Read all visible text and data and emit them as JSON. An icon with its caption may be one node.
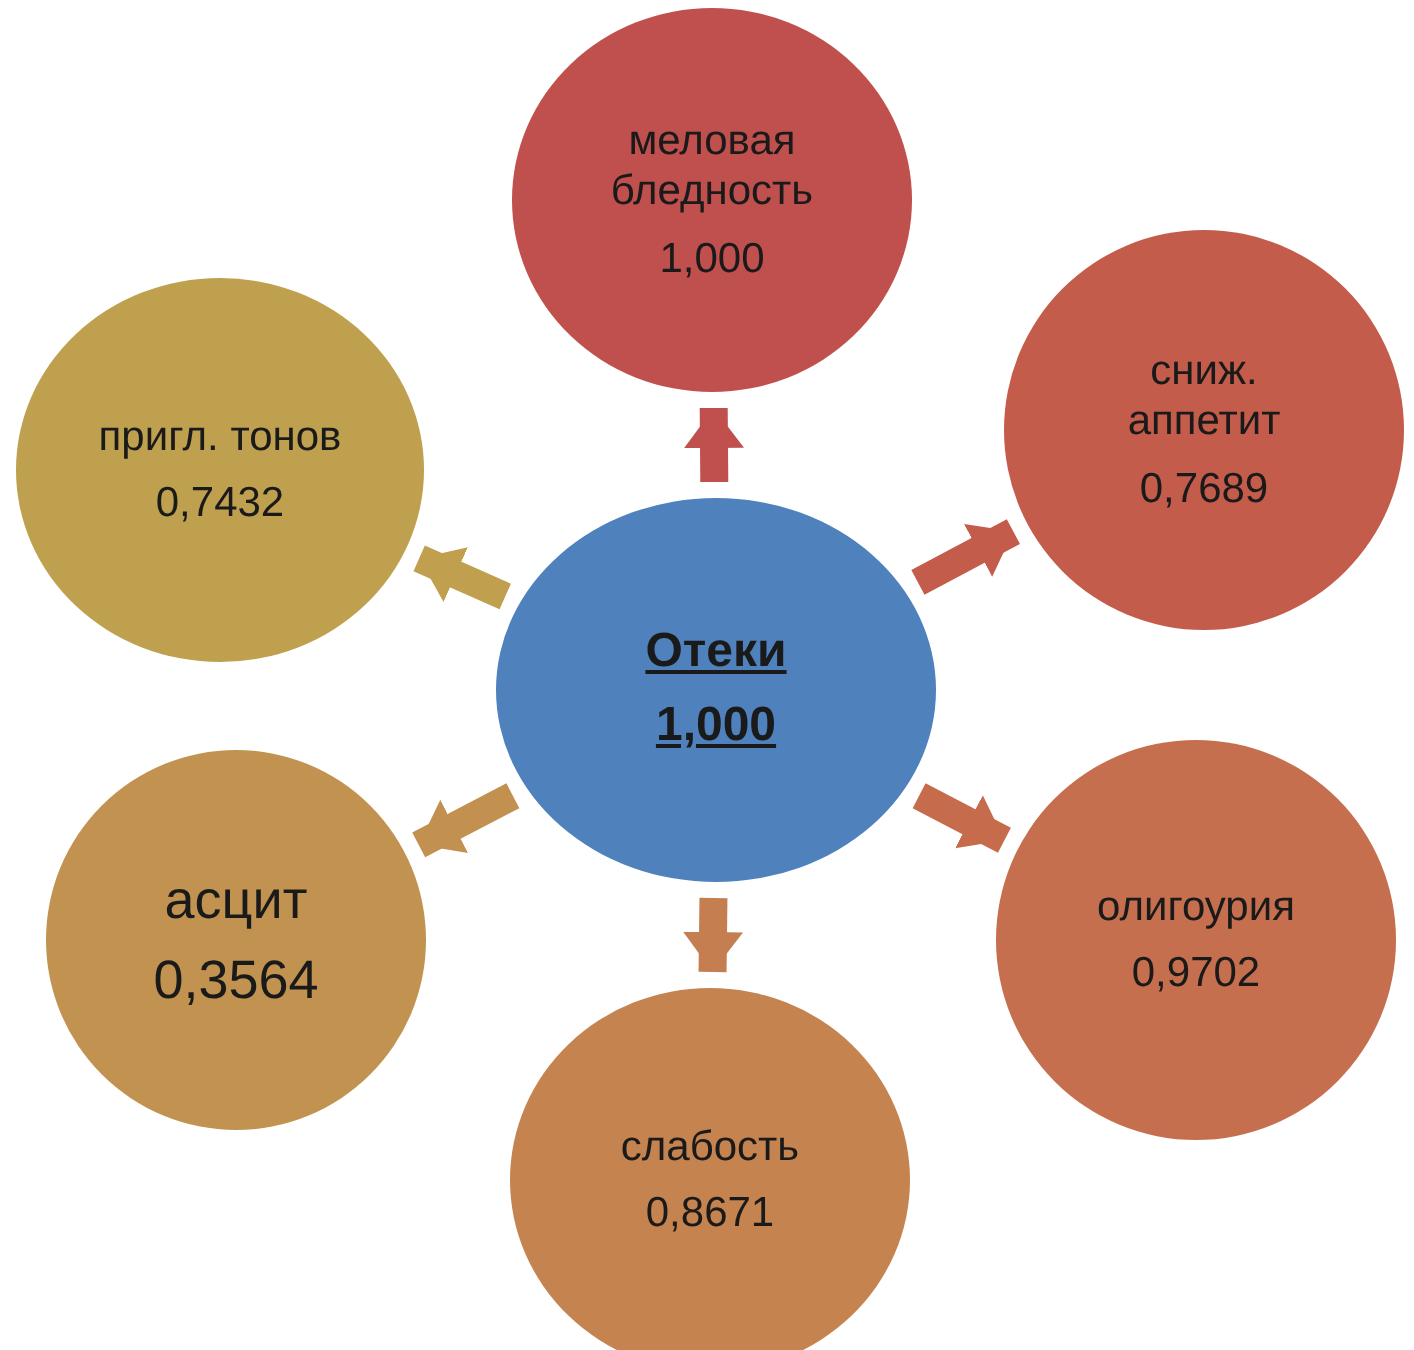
{
  "diagram": {
    "nodes": [
      {
        "text": [
          "Отеки",
          "1,000"
        ]
      },
      {
        "text": [
          "меловая бледность",
          "1,000"
        ]
      },
      {
        "text": [
          "сниж. аппетит",
          "0,7689"
        ]
      },
      {
        "text": [
          "олигоурия",
          "0,9702"
        ]
      },
      {
        "text": [
          "слабость",
          "0,8671"
        ]
      },
      {
        "text": [
          "асцит",
          "0,3564"
        ]
      },
      {
        "text": [
          "пригл. тонов",
          "0,7432"
        ]
      }
    ],
    "edges": [
      {
        "from": 0,
        "to": 1,
        "arrow": "to",
        "color": "#c0504d"
      },
      {
        "from": 0,
        "to": 2,
        "arrow": "to",
        "color": "#c45c4b"
      },
      {
        "from": 0,
        "to": 3,
        "arrow": "to",
        "color": "#c66b4b"
      },
      {
        "from": 0,
        "to": 4,
        "arrow": "to",
        "color": "#c47e4f"
      },
      {
        "from": 0,
        "to": 5,
        "arrow": "to",
        "color": "#c2904f"
      },
      {
        "from": 0,
        "to": 6,
        "arrow": "to",
        "color": "#c0a04e"
      }
    ]
  }
}
